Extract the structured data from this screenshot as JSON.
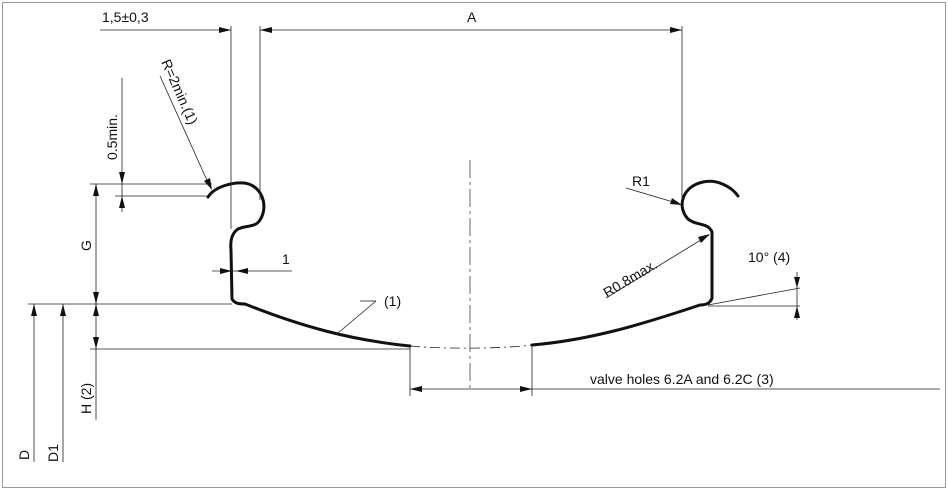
{
  "labels": {
    "flange_offset": "1,5±0,3",
    "dim_a": "A",
    "radius_min": "R=2min.(1)",
    "min_05": "0.5min.",
    "dim_g": "G",
    "dim_1": "1",
    "note_1": "(1)",
    "r1": "R1",
    "r08": "R0.8max.",
    "angle": "10° (4)",
    "valve": "valve holes 6.2A and 6.2C (3)",
    "h2": "H (2)",
    "d": "D",
    "d1": "D1"
  }
}
